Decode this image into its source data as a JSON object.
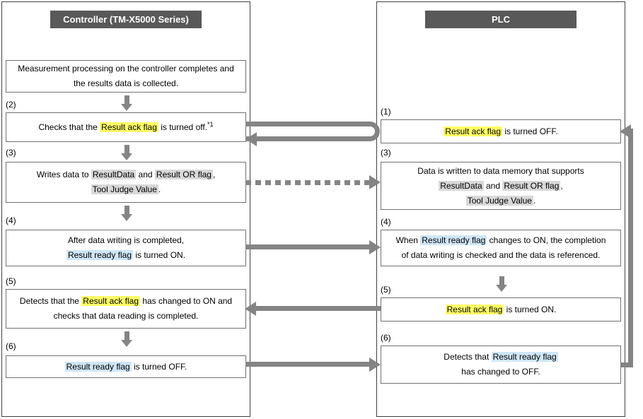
{
  "colors": {
    "header_bg": "#595959",
    "header_text": "#ffffff",
    "arrow": "#848484",
    "box_border": "#707070",
    "panel_border": "#404040",
    "hl_yellow": "#ffff66",
    "hl_gray": "#d8d8d8",
    "hl_blue": "#cfe6f7"
  },
  "left_panel": {
    "header": "Controller (TM-X5000 Series)",
    "boxes": {
      "measurement": {
        "label": "",
        "lines": [
          [
            {
              "t": "Measurement processing on the controller completes and"
            }
          ],
          [
            {
              "t": "the results data is collected."
            }
          ]
        ]
      },
      "check_ack_off": {
        "label": "(2)",
        "lines": [
          [
            {
              "t": "Checks that the "
            },
            {
              "t": "Result ack flag",
              "h": "yellow"
            },
            {
              "t": " is turned off."
            },
            {
              "t": "*1",
              "sup": true
            }
          ]
        ]
      },
      "write_data": {
        "label": "(3)",
        "lines": [
          [
            {
              "t": "Writes data to "
            },
            {
              "t": "ResultData",
              "h": "gray"
            },
            {
              "t": " and "
            },
            {
              "t": "Result OR flag",
              "h": "gray"
            },
            {
              "t": ","
            }
          ],
          [
            {
              "t": "Tool Judge Value",
              "h": "gray"
            },
            {
              "t": "."
            }
          ]
        ]
      },
      "ready_on": {
        "label": "(4)",
        "lines": [
          [
            {
              "t": "After data writing is completed,"
            }
          ],
          [
            {
              "t": "Result ready flag",
              "h": "blue"
            },
            {
              "t": " is turned ON."
            }
          ]
        ]
      },
      "detect_ack_on": {
        "label": "(5)",
        "lines": [
          [
            {
              "t": "Detects that the "
            },
            {
              "t": "Result ack flag",
              "h": "yellow"
            },
            {
              "t": " has changed to ON and"
            }
          ],
          [
            {
              "t": "checks that data reading is completed."
            }
          ]
        ]
      },
      "ready_off": {
        "label": "(6)",
        "lines": [
          [
            {
              "t": "Result ready flag",
              "h": "blue"
            },
            {
              "t": " is turned OFF."
            }
          ]
        ]
      }
    }
  },
  "right_panel": {
    "header": "PLC",
    "boxes": {
      "ack_off": {
        "label": "(1)",
        "lines": [
          [
            {
              "t": "Result ack flag",
              "h": "yellow"
            },
            {
              "t": " is turned OFF."
            }
          ]
        ]
      },
      "data_written": {
        "label": "(3)",
        "lines": [
          [
            {
              "t": "Data is written to data memory that supports"
            }
          ],
          [
            {
              "t": "ResultData",
              "h": "gray"
            },
            {
              "t": " and "
            },
            {
              "t": "Result OR flag",
              "h": "gray"
            },
            {
              "t": ","
            }
          ],
          [
            {
              "t": "Tool Judge Value",
              "h": "gray"
            },
            {
              "t": "."
            }
          ]
        ]
      },
      "check_ready_on": {
        "label": "(4)",
        "lines": [
          [
            {
              "t": "When "
            },
            {
              "t": "Result ready flag",
              "h": "blue"
            },
            {
              "t": " changes to ON, the completion"
            }
          ],
          [
            {
              "t": "of data writing is checked and the data is referenced."
            }
          ]
        ]
      },
      "ack_on": {
        "label": "(5)",
        "lines": [
          [
            {
              "t": "Result ack flag",
              "h": "yellow"
            },
            {
              "t": " is turned ON."
            }
          ]
        ]
      },
      "detect_ready_off": {
        "label": "(6)",
        "lines": [
          [
            {
              "t": "Detects that "
            },
            {
              "t": "Result ready flag",
              "h": "blue"
            }
          ],
          [
            {
              "t": "has changed to OFF."
            }
          ]
        ]
      }
    }
  }
}
